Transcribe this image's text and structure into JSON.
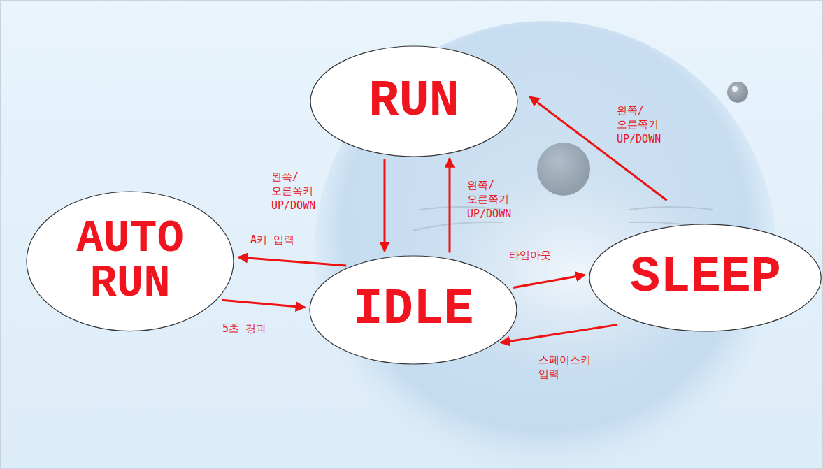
{
  "diagram": {
    "nodes": [
      {
        "text": [
          "RUN"
        ]
      },
      {
        "text": [
          "AUTO RUN"
        ]
      },
      {
        "text": [
          "IDLE"
        ]
      },
      {
        "text": [
          "SLEEP"
        ]
      }
    ],
    "edges": [
      {
        "from": 0,
        "to": 2,
        "label": "왼쪽/오른쪽키 UP/DOWN",
        "arrow": "to"
      },
      {
        "from": 2,
        "to": 0,
        "label": "왼쪽/오른쪽키 UP/DOWN",
        "arrow": "to"
      },
      {
        "from": 2,
        "to": 1,
        "label": "A키 입력",
        "arrow": "to"
      },
      {
        "from": 1,
        "to": 2,
        "label": "5초 경과",
        "arrow": "to"
      },
      {
        "from": 2,
        "to": 3,
        "label": "타임아웃",
        "arrow": "to"
      },
      {
        "from": 3,
        "to": 2,
        "label": "스페이스키 입력",
        "arrow": "to"
      },
      {
        "from": 3,
        "to": 0,
        "label": "왼쪽/오른쪽키 UP/DOWN",
        "arrow": "to"
      }
    ]
  }
}
